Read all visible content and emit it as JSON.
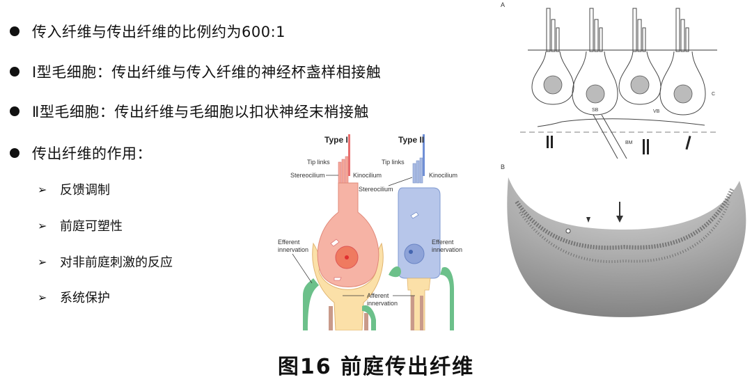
{
  "bullets": [
    {
      "text": "传入纤维与传出纤维的比例约为600:1"
    },
    {
      "text": "Ⅰ型毛细胞：传出纤维与传入纤维的神经杯盏样相接触"
    },
    {
      "text": "Ⅱ型毛细胞：传出纤维与毛细胞以扣状神经末梢接触"
    },
    {
      "text": "传出纤维的作用："
    }
  ],
  "sub_bullets": [
    {
      "marker": "➢",
      "text": "反馈调制"
    },
    {
      "marker": "➢",
      "text": "前庭可塑性"
    },
    {
      "marker": "➢",
      "text": "对非前庭刺激的反应"
    },
    {
      "marker": "➢",
      "text": "系统保护"
    }
  ],
  "hair_cell_diagram": {
    "type1_title": "Type I",
    "type2_title": "Type II",
    "tip_links": "Tip links",
    "stereocilium": "Stereocilium",
    "kinocilium": "Kinocilium",
    "efferent_1": "Efferent",
    "efferent_2": "innervation",
    "afferent_1": "Afferent",
    "afferent_2": "innervation",
    "colors": {
      "type1": "#f4a89a",
      "type2": "#a9bbe3",
      "calyx": "#fbe0a8",
      "efferent": "#6cc08a",
      "afferent": "#c99a8a"
    }
  },
  "panel_a": {
    "label": "A",
    "labels": {
      "sb": "SB",
      "vb": "VB",
      "c": "C",
      "bm": "BM"
    }
  },
  "panel_b": {
    "label": "B"
  },
  "caption": "图16  前庭传出纤维"
}
